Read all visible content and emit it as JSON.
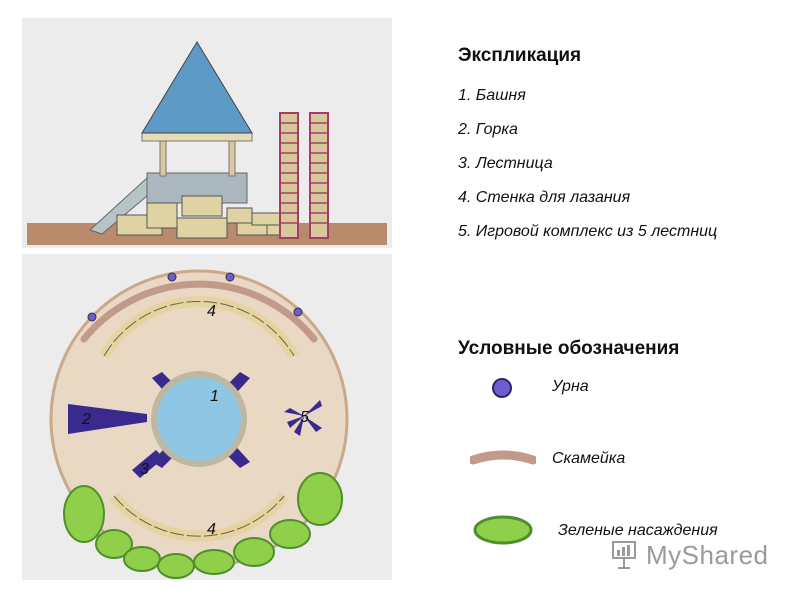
{
  "explication": {
    "title": "Экспликация",
    "items": [
      "1. Башня",
      "2. Горка",
      "3. Лестница",
      "4. Стенка для лазания",
      "5. Игровой комплекс из 5 лестниц"
    ]
  },
  "legend": {
    "title": "Условные обозначения",
    "items": [
      {
        "label": "Урна",
        "icon": "urn-icon"
      },
      {
        "label": "Скамейка",
        "icon": "bench-icon"
      },
      {
        "label": "Зеленые насаждения",
        "icon": "greenery-icon"
      }
    ]
  },
  "plan_labels": {
    "tower": "1",
    "slide": "2",
    "ladder": "3",
    "wall_top": "4",
    "wall_bottom": "4",
    "complex": "5"
  },
  "watermark": {
    "text": "MyShared",
    "icon": "presentation-board-icon"
  },
  "colors": {
    "roof_blue": "#5d9bc6",
    "tower_blue": "#8ec6e3",
    "ground_brown": "#b98a6c",
    "sand": "#e0d3a3",
    "urn_purple": "#6b5fd0",
    "bench_brown": "#c29a8a",
    "green": "#8fcf4a",
    "ladder_purple": "#3b2a8e"
  }
}
